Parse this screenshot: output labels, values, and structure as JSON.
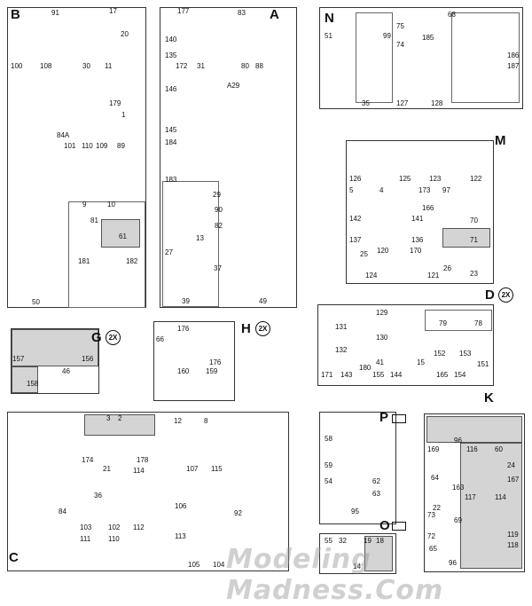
{
  "watermark": "Modeling Madness.Com",
  "sprues": {
    "B": {
      "letter": "B",
      "labels": [
        "91",
        "17",
        "20",
        "100",
        "108",
        "30",
        "11",
        "179",
        "84A",
        "1",
        "101",
        "110",
        "109",
        "89",
        "81",
        "9",
        "10",
        "61",
        "181",
        "182",
        "50"
      ]
    },
    "A": {
      "letter": "A",
      "labels": [
        "177",
        "83",
        "140",
        "135",
        "172",
        "31",
        "80",
        "88",
        "146",
        "A29",
        "145",
        "184",
        "183",
        "29",
        "90",
        "82",
        "13",
        "27",
        "39",
        "37",
        "49"
      ]
    },
    "N": {
      "letter": "N",
      "labels": [
        "51",
        "99",
        "75",
        "74",
        "185",
        "68",
        "35",
        "127",
        "128",
        "186",
        "187"
      ]
    },
    "M": {
      "letter": "M",
      "labels": [
        "126",
        "125",
        "123",
        "122",
        "5",
        "4",
        "173",
        "166",
        "97",
        "142",
        "141",
        "137",
        "136",
        "70",
        "71",
        "25",
        "120",
        "124",
        "170",
        "121",
        "26",
        "23"
      ]
    },
    "G": {
      "letter": "G",
      "count": "2X",
      "labels": [
        "157",
        "156",
        "158",
        "46"
      ]
    },
    "H": {
      "letter": "H",
      "count": "2X",
      "labels": [
        "66",
        "176",
        "176",
        "160",
        "159"
      ]
    },
    "D": {
      "letter": "D",
      "count": "2X",
      "labels": [
        "131",
        "129",
        "79",
        "78",
        "132",
        "130",
        "152",
        "153",
        "171",
        "143",
        "180",
        "41",
        "155",
        "144",
        "15",
        "165",
        "154",
        "151"
      ]
    },
    "C": {
      "letter": "C",
      "labels": [
        "3",
        "2",
        "12",
        "8",
        "174",
        "178",
        "21",
        "36",
        "84",
        "103",
        "102",
        "111",
        "110",
        "114",
        "106",
        "107",
        "115",
        "112",
        "113",
        "105",
        "104",
        "92"
      ]
    },
    "P": {
      "letter": "P",
      "labels": [
        "58",
        "59",
        "54",
        "95",
        "62",
        "63"
      ]
    },
    "O": {
      "letter": "O",
      "labels": [
        "55",
        "32",
        "19",
        "18",
        "14"
      ]
    },
    "K": {
      "letter": "K",
      "labels": [
        "96",
        "116",
        "60",
        "24",
        "169",
        "64",
        "163",
        "22",
        "114",
        "117",
        "167",
        "73",
        "69",
        "72",
        "119",
        "118",
        "65",
        "96"
      ]
    }
  }
}
